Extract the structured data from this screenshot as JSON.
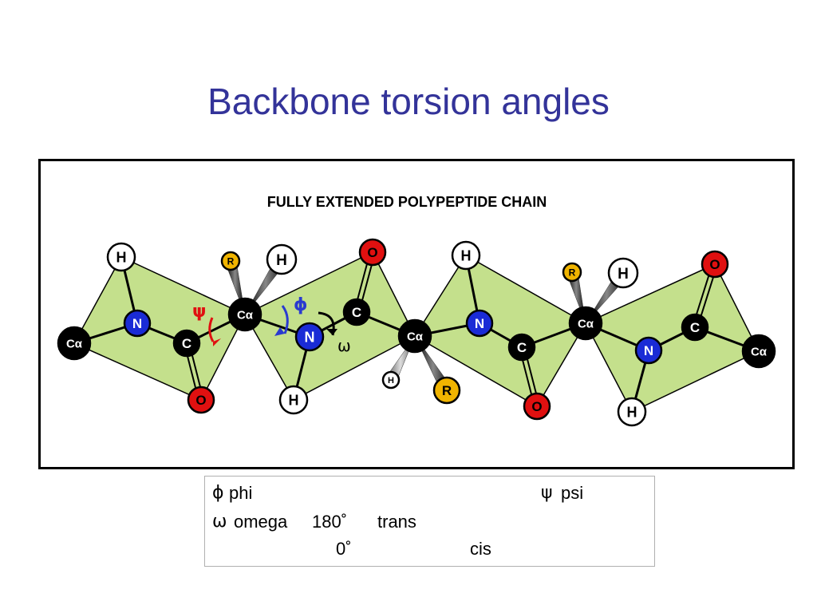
{
  "slide": {
    "title": "Backbone torsion angles"
  },
  "figure": {
    "heading": "FULLY EXTENDED POLYPEPTIDE CHAIN",
    "colors": {
      "plane_fill": "#c4e08c",
      "carbon": "#000000",
      "nitrogen": "#1a2bd6",
      "oxygen": "#e01010",
      "hydrogen": "#ffffff",
      "r_group": "#f0b400",
      "psi_arrow": "#e01010",
      "phi_arrow": "#2a3bd0",
      "omega_arrow": "#000000"
    },
    "atom_labels": {
      "c_alpha": "Cα",
      "carbonyl_c": "C",
      "nitrogen": "N",
      "oxygen": "O",
      "hydrogen": "H",
      "r_group": "R"
    },
    "angle_labels": {
      "psi": "ψ",
      "phi": "ϕ",
      "omega": "ω"
    }
  },
  "legend": {
    "phi_symbol": "ϕ",
    "phi_name": "phi",
    "psi_symbol": "ψ",
    "psi_name": "psi",
    "omega_symbol": "ω",
    "omega_name": "omega",
    "omega_trans_angle": "180˚",
    "omega_trans_label": "trans",
    "omega_cis_angle": "0˚",
    "omega_cis_label": "cis"
  }
}
